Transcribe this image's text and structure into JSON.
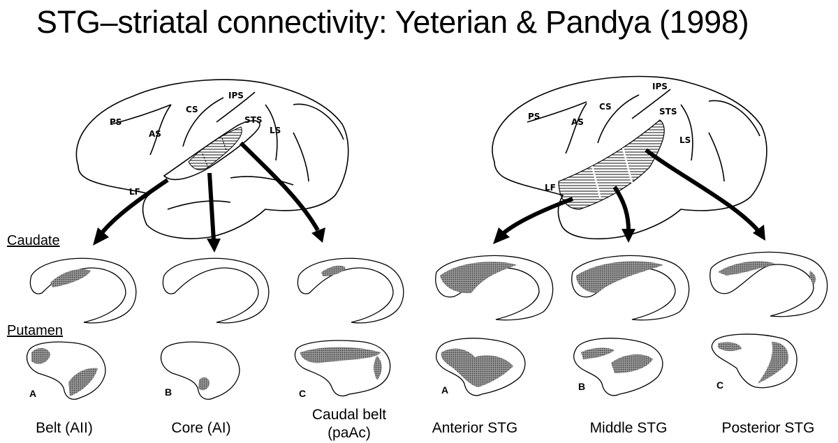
{
  "title": "STG–striatal connectivity: Yeterian & Pandya (1998)",
  "sections": {
    "caudate": "Caudate",
    "putamen": "Putamen"
  },
  "sulci": {
    "left": [
      "PS",
      "AS",
      "CS",
      "IPS",
      "STS",
      "LS",
      "LF"
    ],
    "right": [
      "PS",
      "AS",
      "CS",
      "IPS",
      "STS",
      "LS",
      "LF"
    ]
  },
  "panels": [
    {
      "letter": "A",
      "caption": "Belt (AII)"
    },
    {
      "letter": "B",
      "caption": "Core (AI)"
    },
    {
      "letter": "C",
      "caption": "Caudal belt (paAc)"
    },
    {
      "letter": "A",
      "caption": "Anterior STG"
    },
    {
      "letter": "B",
      "caption": "Middle STG"
    },
    {
      "letter": "C",
      "caption": "Posterior STG"
    }
  ],
  "colors": {
    "ink": "#000000",
    "stipple": "#6e6e6e",
    "background": "#ffffff"
  }
}
